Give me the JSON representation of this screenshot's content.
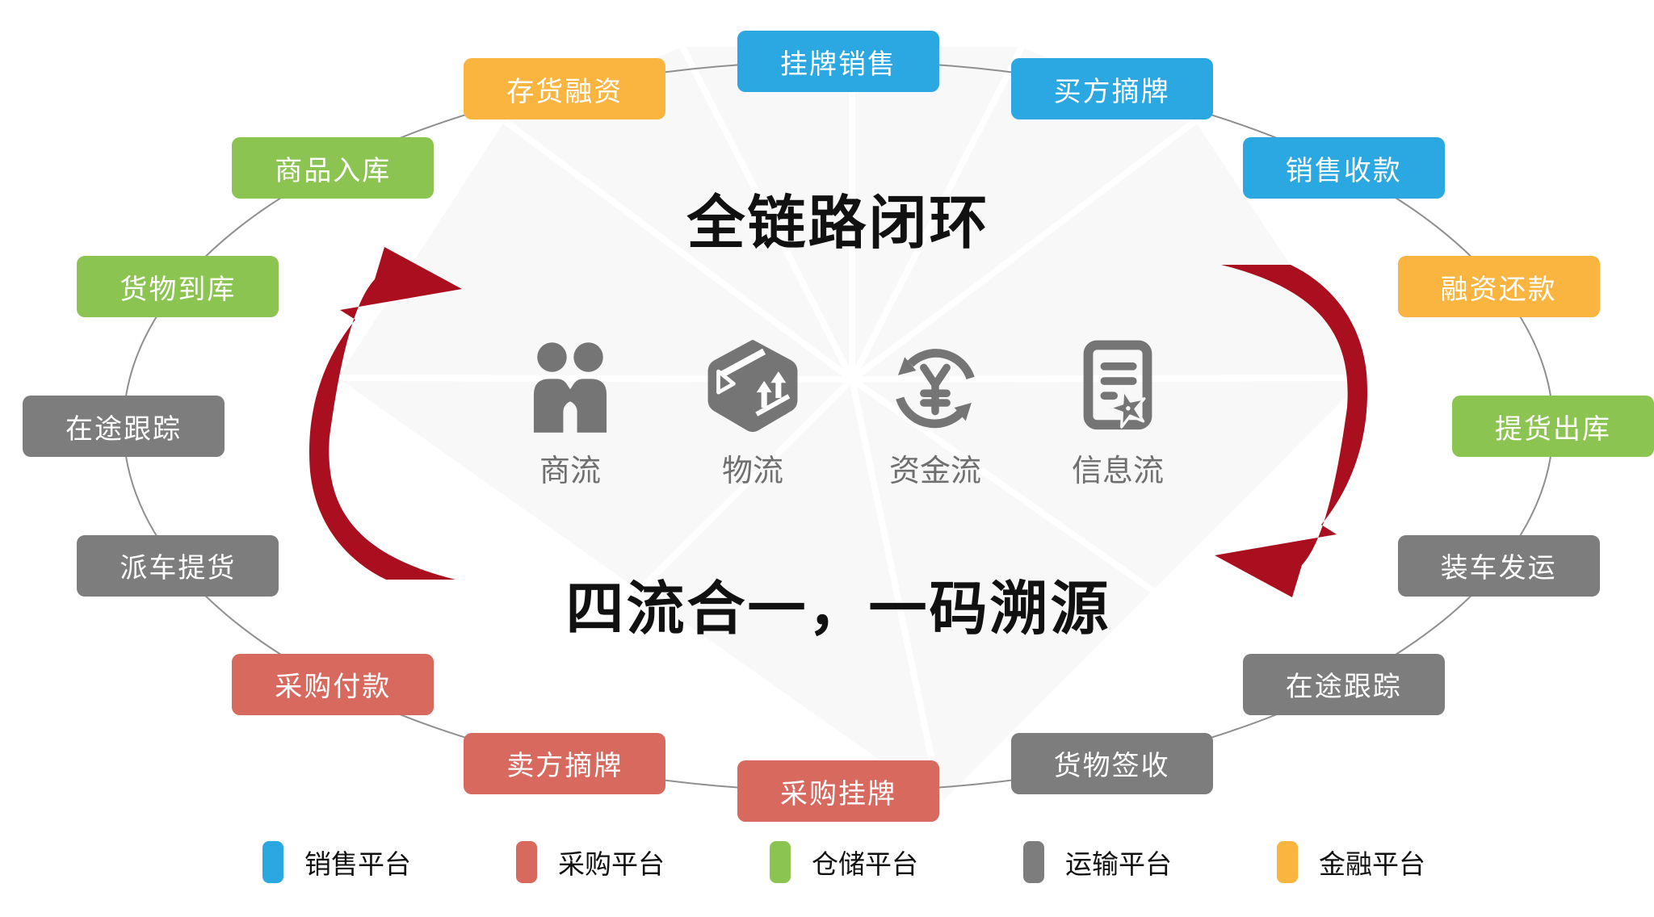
{
  "title": "全链路闭环",
  "slogan": "四流合一，一码溯源",
  "flows": [
    {
      "label": "商流",
      "icon": "partners-icon"
    },
    {
      "label": "物流",
      "icon": "package-icon"
    },
    {
      "label": "资金流",
      "icon": "currency-cycle-icon"
    },
    {
      "label": "信息流",
      "icon": "document-star-icon"
    }
  ],
  "cycle_nodes": [
    {
      "label": "挂牌销售",
      "platform": "sales"
    },
    {
      "label": "买方摘牌",
      "platform": "sales"
    },
    {
      "label": "销售收款",
      "platform": "sales"
    },
    {
      "label": "融资还款",
      "platform": "finance"
    },
    {
      "label": "提货出库",
      "platform": "warehouse"
    },
    {
      "label": "装车发运",
      "platform": "transport"
    },
    {
      "label": "在途跟踪",
      "platform": "transport"
    },
    {
      "label": "货物签收",
      "platform": "transport"
    },
    {
      "label": "采购挂牌",
      "platform": "procurement"
    },
    {
      "label": "卖方摘牌",
      "platform": "procurement"
    },
    {
      "label": "采购付款",
      "platform": "procurement"
    },
    {
      "label": "派车提货",
      "platform": "transport"
    },
    {
      "label": "在途跟踪",
      "platform": "transport"
    },
    {
      "label": "货物到库",
      "platform": "warehouse"
    },
    {
      "label": "商品入库",
      "platform": "warehouse"
    },
    {
      "label": "存货融资",
      "platform": "finance"
    }
  ],
  "legend": [
    {
      "label": "销售平台",
      "platform": "sales"
    },
    {
      "label": "采购平台",
      "platform": "procurement"
    },
    {
      "label": "仓储平台",
      "platform": "warehouse"
    },
    {
      "label": "运输平台",
      "platform": "transport"
    },
    {
      "label": "金融平台",
      "platform": "finance"
    }
  ],
  "colors": {
    "sales": "#2BA7E2",
    "procurement": "#D8695E",
    "warehouse": "#8CC451",
    "transport": "#7D7D7D",
    "finance": "#F9B53F",
    "cycle_arrow": "#A90F1E"
  }
}
